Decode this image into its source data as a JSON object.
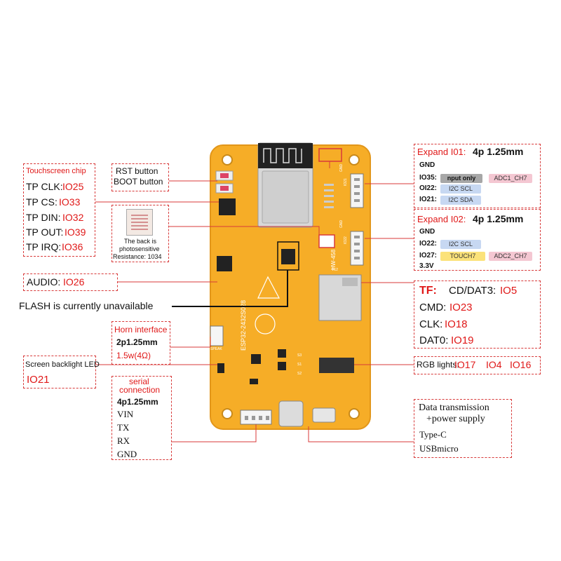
{
  "touch": {
    "title": "Touchscreen chip",
    "clk_label": "TP CLK:",
    "clk_pin": "IO25",
    "cs_label": "TP CS:",
    "cs_pin": "IO33",
    "din_label": "TP DIN:",
    "din_pin": "IO32",
    "out_label": "TP OUT:",
    "out_pin": "IO39",
    "irq_label": "TP IRQ:",
    "irq_pin": "IO36"
  },
  "buttons": {
    "rst": "RST button",
    "boot": "BOOT button"
  },
  "photo": {
    "line1": "The back is",
    "line2": "photosensitive",
    "line3": "Resistance: 1034"
  },
  "audio": {
    "label": "AUDIO:",
    "pin": "IO26"
  },
  "flash": {
    "text": "FLASH is currently unavailable"
  },
  "horn": {
    "title": "Horn interface",
    "spec": "2p1.25mm",
    "power": "1.5w(4Ω)"
  },
  "backlight": {
    "title": "Screen backlight LED",
    "pin": "IO21"
  },
  "serial": {
    "title1": "serial",
    "title2": "connection",
    "spec": "4p1.25mm",
    "pins": [
      "VIN",
      "TX",
      "RX",
      "GND"
    ]
  },
  "expand1": {
    "title": "Expand I01:",
    "spec": "4p 1.25mm",
    "gnd": "GND",
    "io35": "IO35:",
    "io35_tag": "nput only",
    "io35_adc": "ADC1_CH7",
    "io22": "OI22:",
    "io22_tag": "I2C SCL",
    "io21": "IO21:",
    "io21_tag": "I2C SDA"
  },
  "expand2": {
    "title": "Expand I02:",
    "spec": "4p 1.25mm",
    "gnd": "GND",
    "io22": "IO22:",
    "io22_tag": "I2C SCL",
    "io27": "IO27:",
    "io27_touch": "TOUCH7",
    "io27_adc": "ADC2_CH7",
    "v33": "3.3V"
  },
  "tf": {
    "title": "TF:",
    "cd_label": "CD/DAT3:",
    "cd_pin": "IO5",
    "cmd_label": "CMD:",
    "cmd_pin": "IO23",
    "clk_label": "CLK:",
    "clk_pin": "IO18",
    "dat0_label": "DAT0:",
    "dat0_pin": "IO19"
  },
  "rgb": {
    "label": "RGB lights:",
    "pins": [
      "IO17",
      "IO4",
      "IO16"
    ]
  },
  "datatx": {
    "title1": "Data transmission",
    "title2": "+power supply",
    "typec": "Type-C",
    "usbmicro": "USBmicro"
  },
  "board": {
    "model": "HW-458",
    "silk": "ESP32-2432S028",
    "speak": "SPEAK",
    "gnd_top": "GND",
    "io_top": "IO21",
    "gnd_mid": "GND",
    "io_mid": "IO22",
    "v12": "V12",
    "s3": "S3",
    "s1": "S1",
    "s2": "S2"
  },
  "colors": {
    "board": "#f6ad27",
    "board_dark": "#e59a12",
    "label_red": "#e01818",
    "leader_red": "#d83a3a"
  }
}
